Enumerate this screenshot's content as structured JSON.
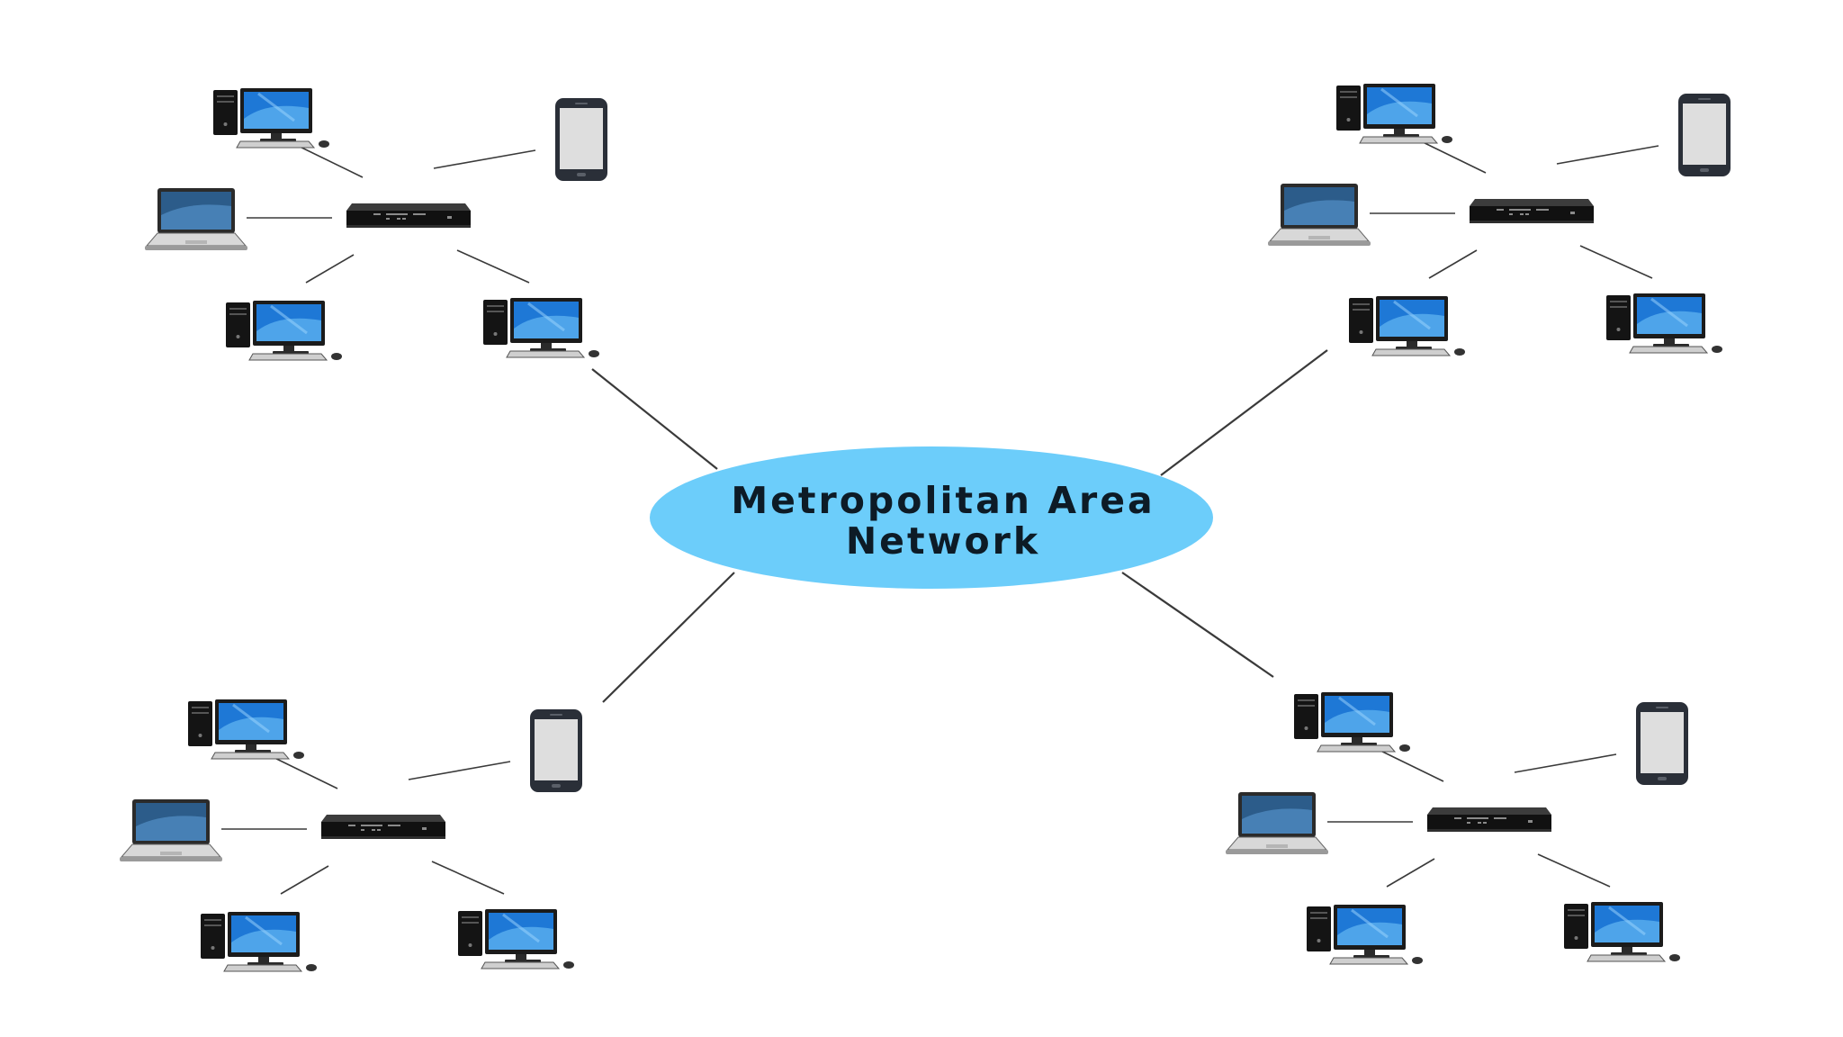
{
  "center": {
    "line1": "Metropolitan Area",
    "line2": "Network"
  },
  "colors": {
    "cloud": "#6ccdfa",
    "link": "#3a3a3a",
    "monitor_screen": "#1e78d6",
    "device_body": "#1a1a1a",
    "phone_screen": "#d9d9d9"
  },
  "clusters": [
    {
      "name": "cluster-top-left",
      "devices": [
        "desktop-icon",
        "phone-icon",
        "laptop-icon",
        "desktop-icon",
        "desktop-icon"
      ]
    },
    {
      "name": "cluster-top-right",
      "devices": [
        "desktop-icon",
        "phone-icon",
        "laptop-icon",
        "desktop-icon",
        "desktop-icon"
      ]
    },
    {
      "name": "cluster-bottom-left",
      "devices": [
        "desktop-icon",
        "phone-icon",
        "laptop-icon",
        "desktop-icon",
        "desktop-icon"
      ]
    },
    {
      "name": "cluster-bottom-right",
      "devices": [
        "desktop-icon",
        "phone-icon",
        "laptop-icon",
        "desktop-icon",
        "desktop-icon"
      ]
    }
  ]
}
